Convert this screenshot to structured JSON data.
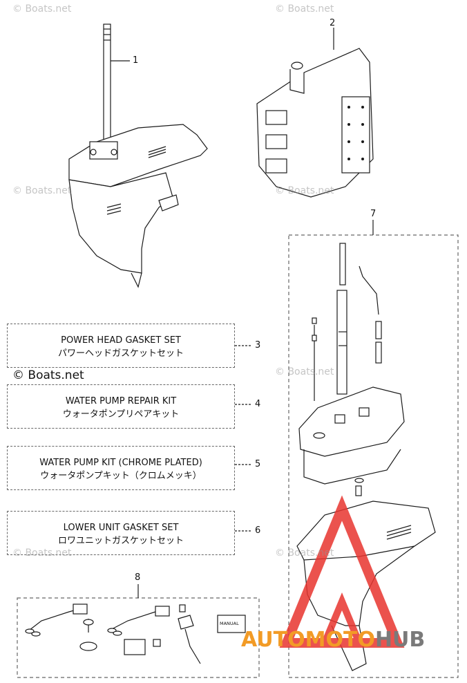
{
  "watermark": "© Boats.net",
  "callouts": [
    "1",
    "2",
    "3",
    "4",
    "5",
    "6",
    "7",
    "8"
  ],
  "kits": [
    {
      "num": "3",
      "en": "POWER HEAD GASKET SET",
      "jp": "パワーヘッドガスケットセット"
    },
    {
      "num": "4",
      "en": "WATER PUMP REPAIR KIT",
      "jp": "ウォータポンプリペアキット"
    },
    {
      "num": "5",
      "en": "WATER PUMP KIT (CHROME PLATED)",
      "jp": "ウォータポンプキット（クロムメッキ）"
    },
    {
      "num": "6",
      "en": "LOWER UNIT GASKET SET",
      "jp": "ロワユニットガスケットセット"
    }
  ],
  "manual_label": "MANUAL",
  "brand": {
    "part1": "AUTOMOTO",
    "part2": "HUB"
  },
  "colors": {
    "line": "#1a1a1a",
    "brand_orange": "#f29b26",
    "brand_gray": "#7a7a7a",
    "logo_red": "#e8352f"
  }
}
